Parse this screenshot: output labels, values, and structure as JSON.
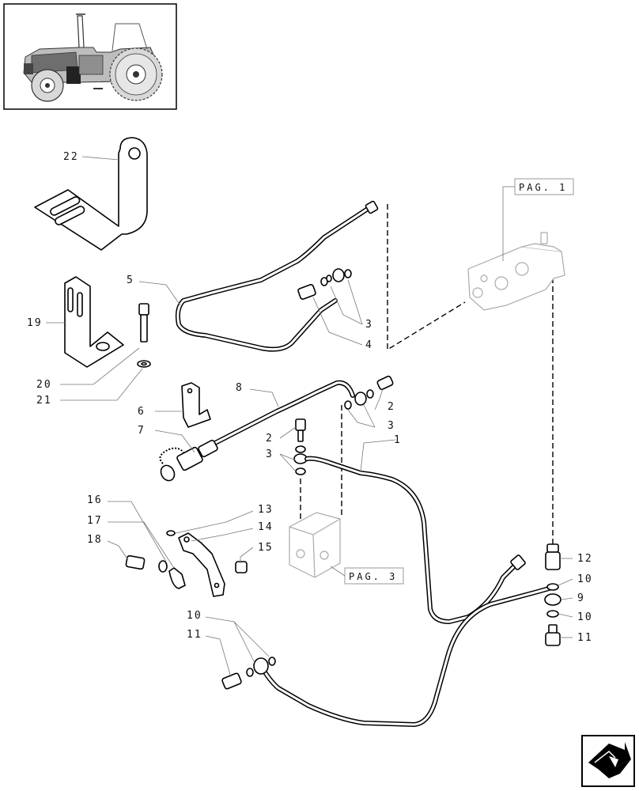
{
  "callouts": {
    "c1": "1",
    "c2a": "2",
    "c2b": "2",
    "c3a": "3",
    "c3b": "3",
    "c3c": "3",
    "c4": "4",
    "c5": "5",
    "c6": "6",
    "c7": "7",
    "c8": "8",
    "c9": "9",
    "c10a": "10",
    "c10b": "10",
    "c10c": "10",
    "c11a": "11",
    "c11b": "11",
    "c12": "12",
    "c13": "13",
    "c14": "14",
    "c15": "15",
    "c16": "16",
    "c17": "17",
    "c18": "18",
    "c19": "19",
    "c20": "20",
    "c21": "21",
    "c22": "22"
  },
  "references": {
    "pag1": "PAG. 1",
    "pag3": "PAG. 3"
  },
  "icons": {
    "thumbnail": "tractor-thumbnail-icon",
    "nav": "next-page-arrow-icon"
  }
}
